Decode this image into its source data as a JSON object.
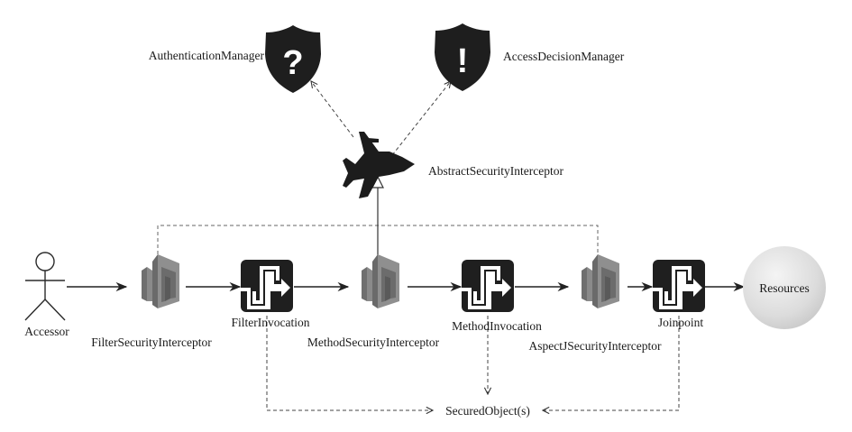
{
  "diagram": {
    "nodes": {
      "authentication_manager": {
        "label": "AuthenticationManager",
        "icon": "shield-question-icon",
        "glyph": "?"
      },
      "access_decision_manager": {
        "label": "AccessDecisionManager",
        "icon": "shield-exclamation-icon",
        "glyph": "!"
      },
      "abstract_security_interceptor": {
        "label": "AbstractSecurityInterceptor",
        "icon": "jet-plane-icon"
      },
      "accessor": {
        "label": "Accessor",
        "icon": "actor-icon"
      },
      "filter_security_interceptor": {
        "label": "FilterSecurityInterceptor",
        "icon": "interceptor-gate-icon"
      },
      "filter_invocation": {
        "label": "FilterInvocation",
        "icon": "invocation-flow-icon"
      },
      "method_security_interceptor": {
        "label": "MethodSecurityInterceptor",
        "icon": "interceptor-gate-icon"
      },
      "method_invocation": {
        "label": "MethodInvocation",
        "icon": "invocation-flow-icon"
      },
      "aspectj_security_interceptor": {
        "label": "AspectJSecurityInterceptor",
        "icon": "interceptor-gate-icon"
      },
      "joinpoint": {
        "label": "Joinpoint",
        "icon": "invocation-flow-icon"
      },
      "resources": {
        "label": "Resources",
        "icon": "sphere-icon"
      },
      "secured_objects": {
        "label": "SecuredObject(s)"
      }
    },
    "edges": [
      {
        "from": "Accessor",
        "to": "FilterSecurityInterceptor",
        "style": "solid"
      },
      {
        "from": "FilterSecurityInterceptor",
        "to": "FilterInvocation",
        "style": "solid"
      },
      {
        "from": "FilterInvocation",
        "to": "MethodSecurityInterceptor",
        "style": "solid"
      },
      {
        "from": "MethodSecurityInterceptor",
        "to": "MethodInvocation",
        "style": "solid"
      },
      {
        "from": "MethodInvocation",
        "to": "AspectJSecurityInterceptor",
        "style": "solid"
      },
      {
        "from": "AspectJSecurityInterceptor",
        "to": "Joinpoint",
        "style": "solid"
      },
      {
        "from": "Joinpoint",
        "to": "Resources",
        "style": "solid"
      },
      {
        "from": "MethodSecurityInterceptor",
        "to": "AbstractSecurityInterceptor",
        "style": "inheritance"
      },
      {
        "from": "AbstractSecurityInterceptor",
        "to": "AuthenticationManager",
        "style": "dashed"
      },
      {
        "from": "AbstractSecurityInterceptor",
        "to": "AccessDecisionManager",
        "style": "dashed"
      },
      {
        "from": "FilterInvocation",
        "to": "SecuredObject(s)",
        "style": "dashed"
      },
      {
        "from": "MethodInvocation",
        "to": "SecuredObject(s)",
        "style": "dashed"
      },
      {
        "from": "Joinpoint",
        "to": "SecuredObject(s)",
        "style": "dashed"
      }
    ]
  }
}
